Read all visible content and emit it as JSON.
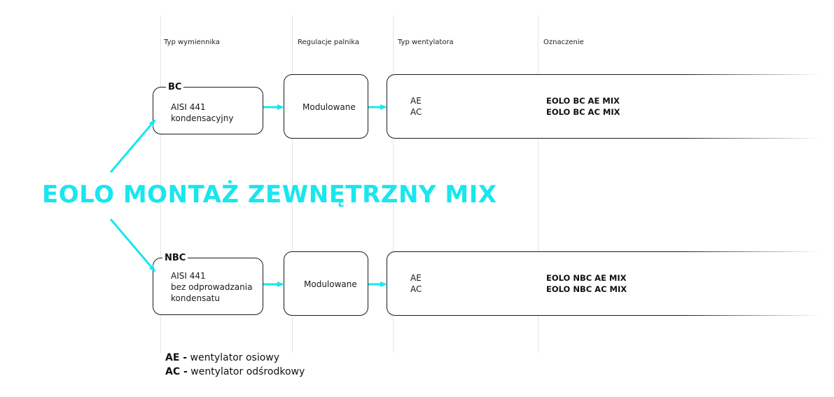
{
  "title": "EOLO MONTAŻ ZEWNĘTRZNY MIX",
  "columns": {
    "exchanger": "Typ wymiennika",
    "burner": "Regulacje palnika",
    "fan": "Typ wentylatora",
    "designation": "Oznaczenie"
  },
  "rows": [
    {
      "category": "BC",
      "exchanger_lines": [
        "AISI 441",
        "kondensacyjny"
      ],
      "burner": "Modulowane",
      "fans": [
        "AE",
        "AC"
      ],
      "codes": [
        "EOLO BC AE MIX",
        "EOLO BC AC MIX"
      ]
    },
    {
      "category": "NBC",
      "exchanger_lines": [
        "AISI 441",
        "bez odprowadzania",
        "kondensatu"
      ],
      "burner": "Modulowane",
      "fans": [
        "AE",
        "AC"
      ],
      "codes": [
        "EOLO NBC AE MIX",
        "EOLO NBC AC MIX"
      ]
    }
  ],
  "legend": [
    {
      "abbr": "AE -",
      "text": "wentylator osiowy"
    },
    {
      "abbr": "AC -",
      "text": "wentylator odśrodkowy"
    }
  ],
  "colors": {
    "accent": "#19e6ee",
    "stroke": "#1a1a1a"
  }
}
